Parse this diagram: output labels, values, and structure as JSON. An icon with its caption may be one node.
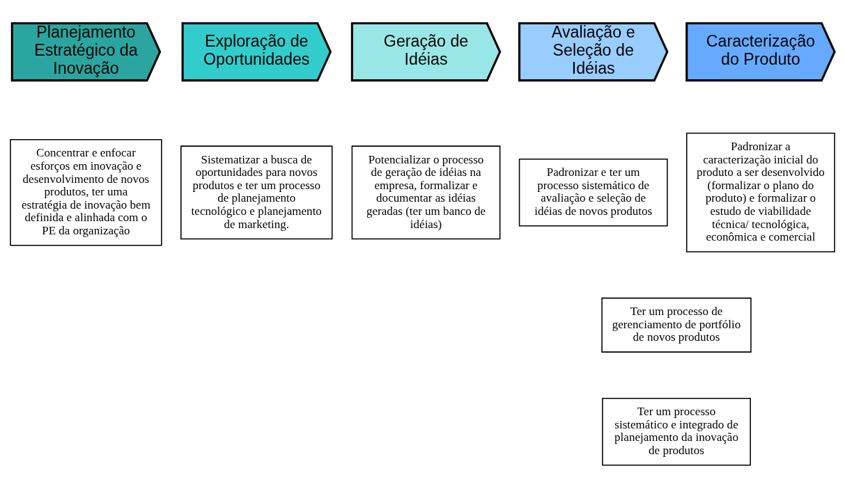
{
  "diagram": {
    "nodes": [
      {
        "text": [
          "Planejamento Estratégico da Inovação"
        ]
      },
      {
        "text": [
          "Exploração de Oportunidades"
        ]
      },
      {
        "text": [
          "Geração de Idéias"
        ]
      },
      {
        "text": [
          "Avaliação e Seleção de Idéias"
        ]
      },
      {
        "text": [
          "Caracterização do Produto"
        ]
      },
      {
        "text": [
          "Concentrar e enfocar esforços em inovação e desenvolvimento de novos produtos, ter uma estratégia de inovação bem definida e alinhada com o PE da organização"
        ]
      },
      {
        "text": [
          "Sistematizar a busca de oportunidades para novos produtos e ter um processo de planejamento tecnológico e planejamento de marketing."
        ]
      },
      {
        "text": [
          "Potencializar o processo de geração de idéias na empresa, formalizar e documentar as idéias geradas (ter um banco de idéias)"
        ]
      },
      {
        "text": [
          "Padronizar e ter um processo sistemático de avaliação e seleção de idéias de novos produtos"
        ]
      },
      {
        "text": [
          "Padronizar a caracterização inicial do produto a ser desenvolvido (formalizar o plano do produto) e formalizar o estudo de viabilidade técnica/ tecnológica, econômica e comercial"
        ]
      },
      {
        "text": [
          "Ter um processo de gerenciamento de portfólio de novos produtos"
        ]
      },
      {
        "text": [
          "Ter um processo sistemático e integrado de planejamento da inovação de produtos"
        ]
      }
    ]
  }
}
